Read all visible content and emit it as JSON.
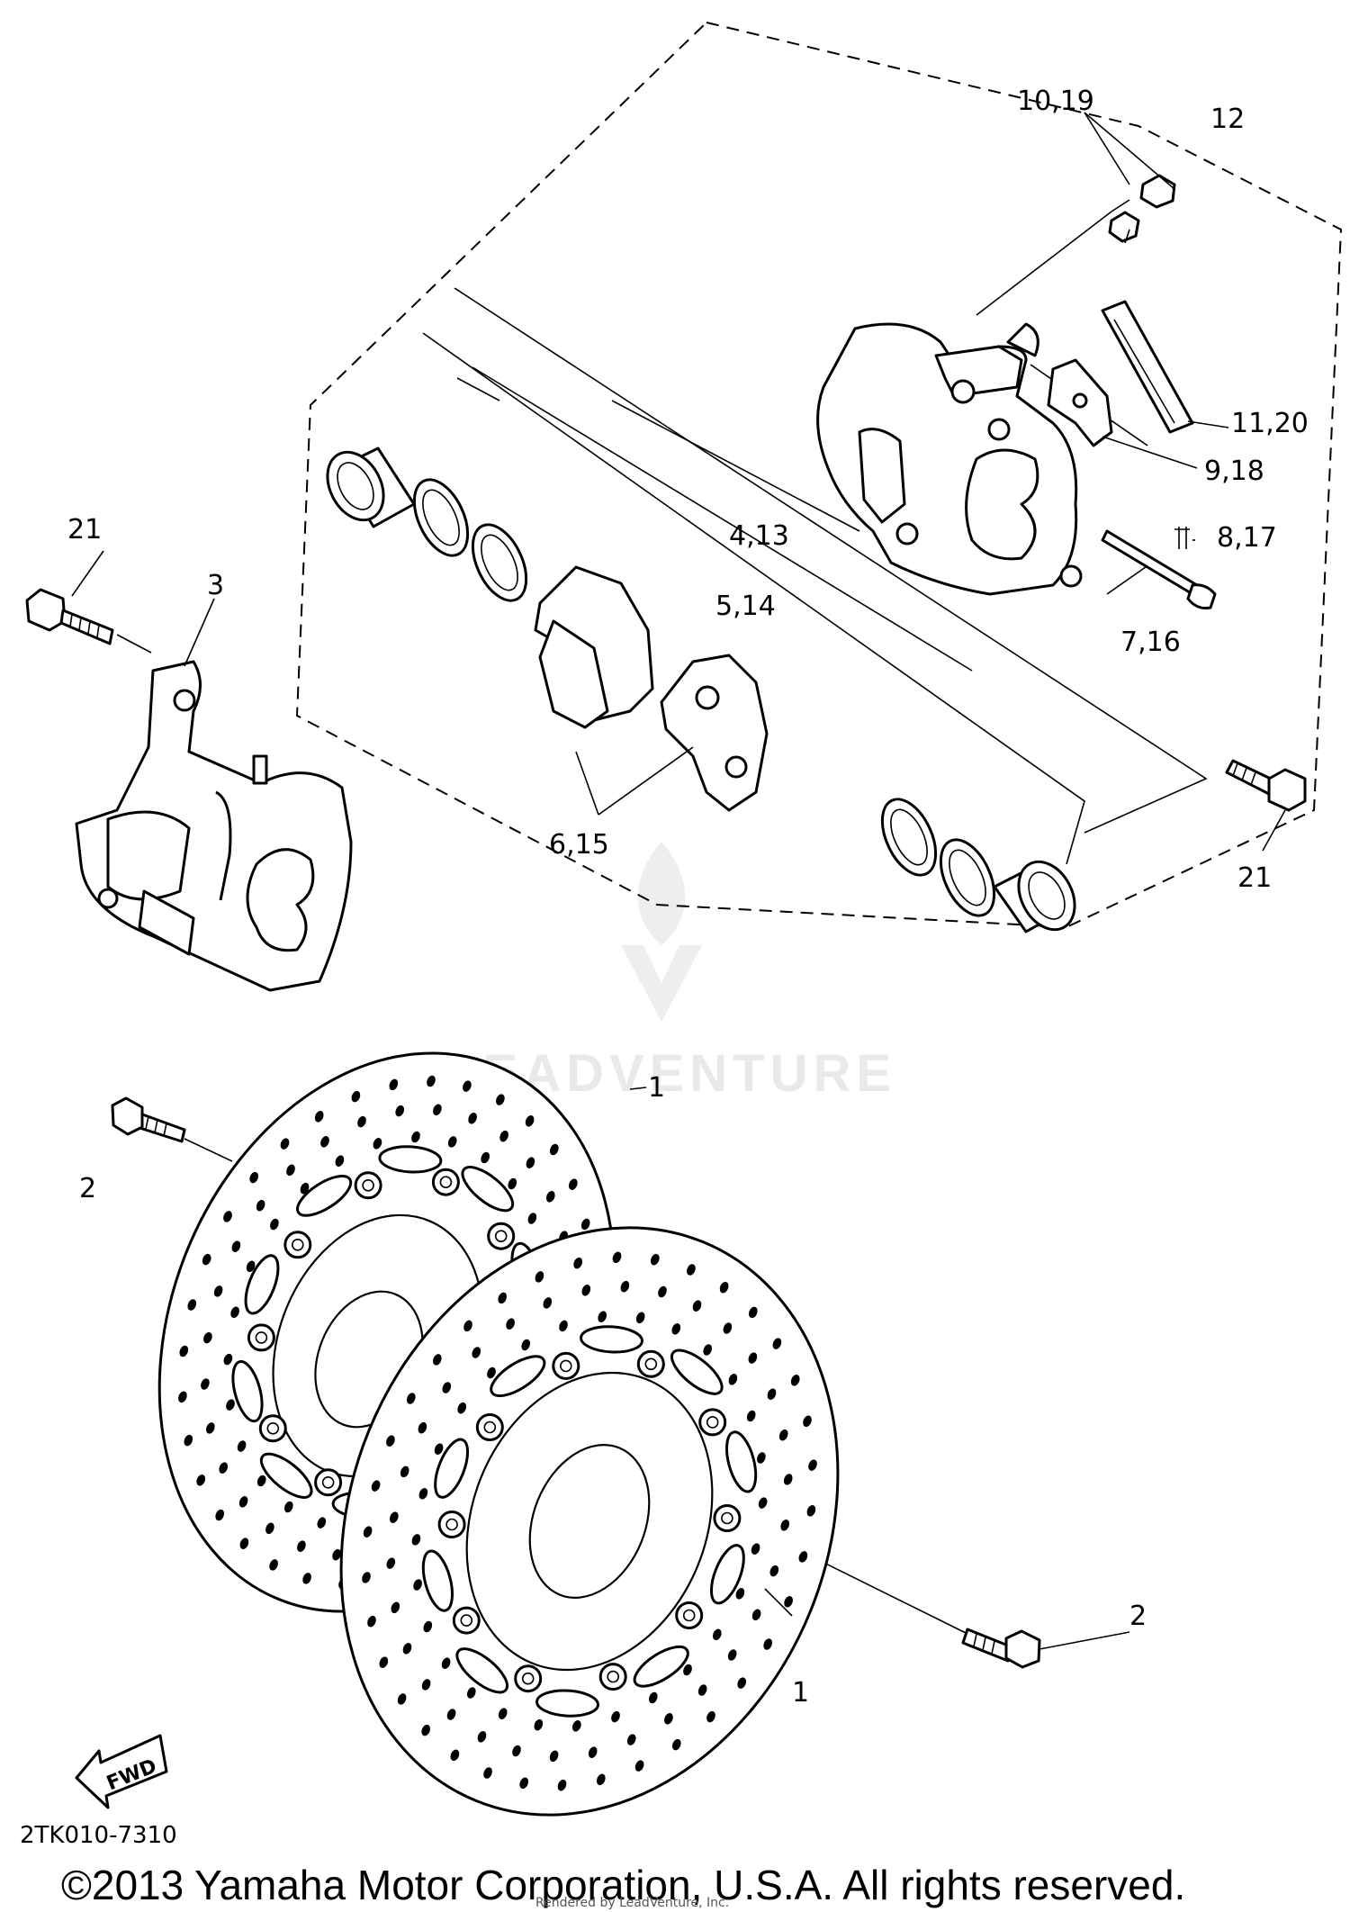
{
  "diagram": {
    "callouts": {
      "c_10_19": "10,19",
      "c_12": "12",
      "c_11_20": "11,20",
      "c_9_18": "9,18",
      "c_8_17": "8,17",
      "c_4_13": "4,13",
      "c_5_14": "5,14",
      "c_7_16": "7,16",
      "c_6_15": "6,15",
      "c_21_left": "21",
      "c_3": "3",
      "c_21_right": "21",
      "c_1_top": "1",
      "c_2_left": "2",
      "c_2_right": "2",
      "c_1_bottom": "1"
    },
    "fwd_label": "FWD",
    "diagram_code": "2TK010-7310",
    "watermark": "LEADVENTURE",
    "copyright": "©2013 Yamaha Motor Corporation, U.S.A. All rights reserved.",
    "credit": "Rendered by LeadVenture, Inc."
  }
}
